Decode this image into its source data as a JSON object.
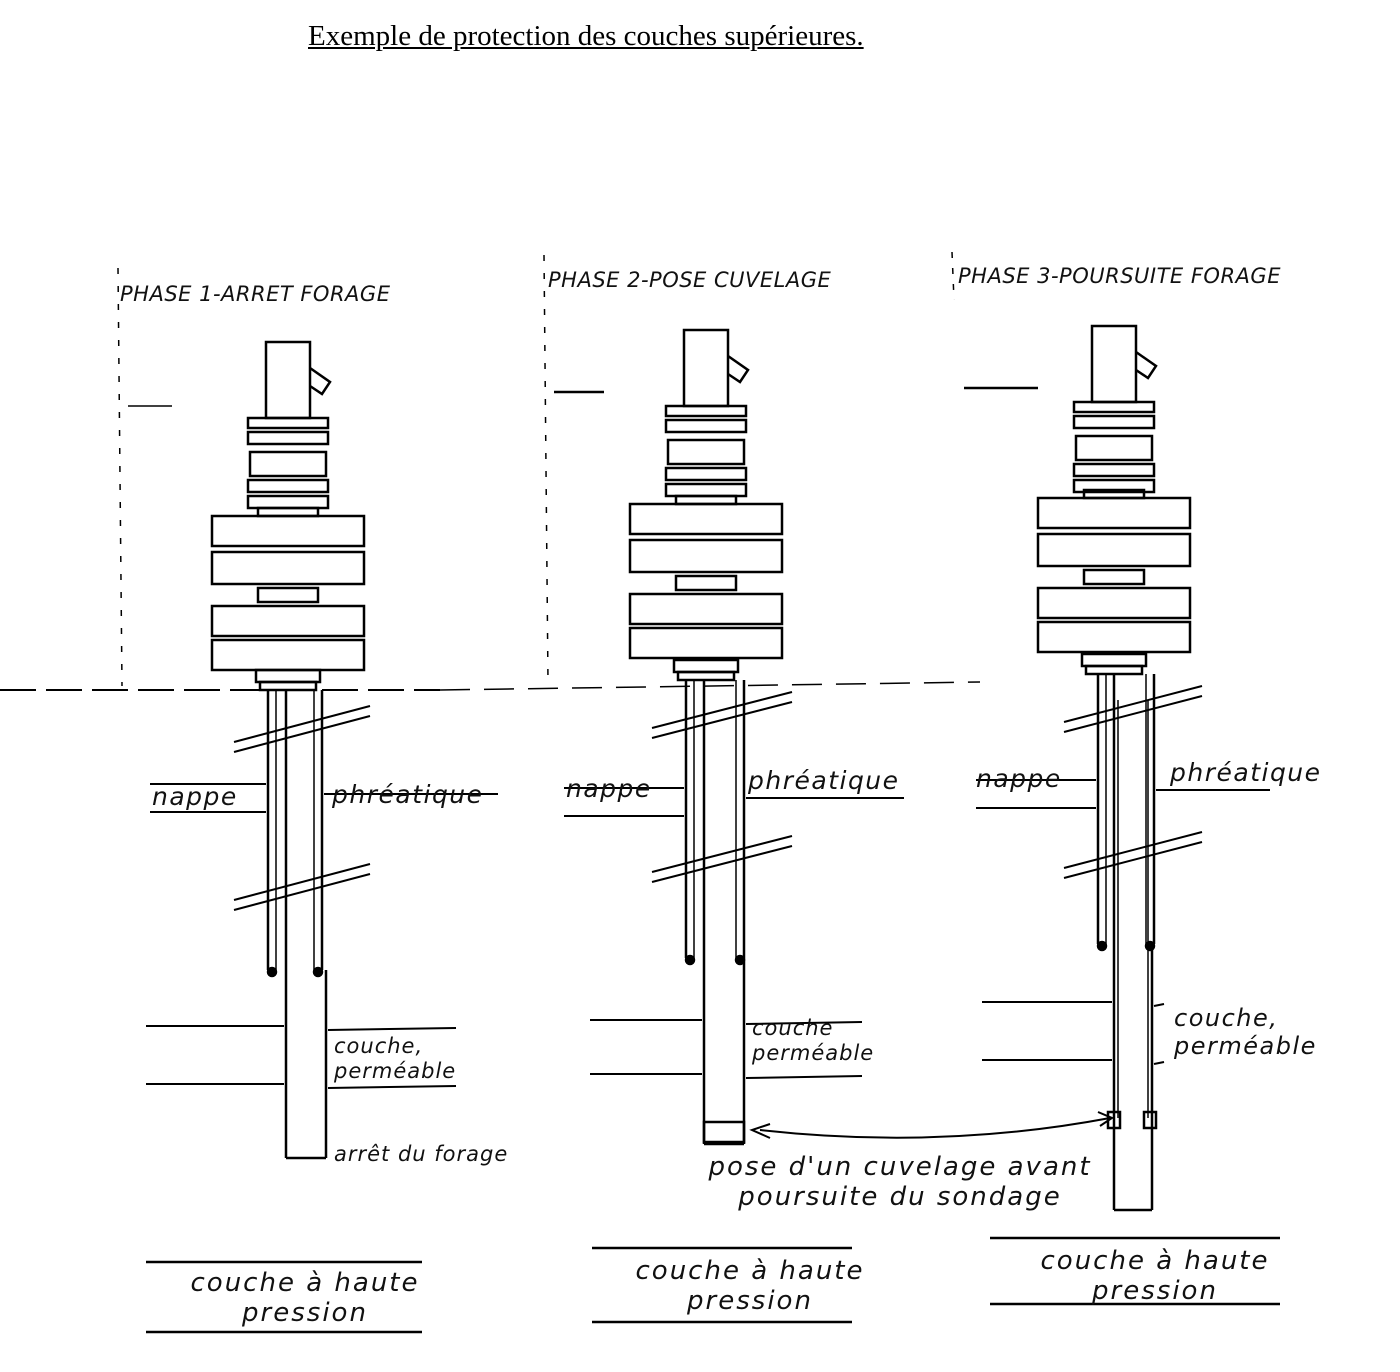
{
  "title": "Exemple de protection des couches supérieures.",
  "phases": [
    {
      "heading": "PHASE 1-ARRET FORAGE",
      "nappe": "nappe",
      "phreatique": "phréatique",
      "couche_permeable": "couche, perméable",
      "annotation": "arrêt du forage",
      "haute_pression": "couche à haute pression"
    },
    {
      "heading": "PHASE 2-POSE CUVELAGE",
      "nappe": "nappe",
      "phreatique": "phréatique",
      "couche_permeable": "couche perméable",
      "annotation": "pose d'un cuvelage avant poursuite du sondage",
      "haute_pression": "couche à haute pression"
    },
    {
      "heading": "PHASE 3-POURSUITE FORAGE",
      "nappe": "nappe",
      "phreatique": "phréatique",
      "couche_permeable": "couche, perméable",
      "haute_pression": "couche à haute pression"
    }
  ]
}
